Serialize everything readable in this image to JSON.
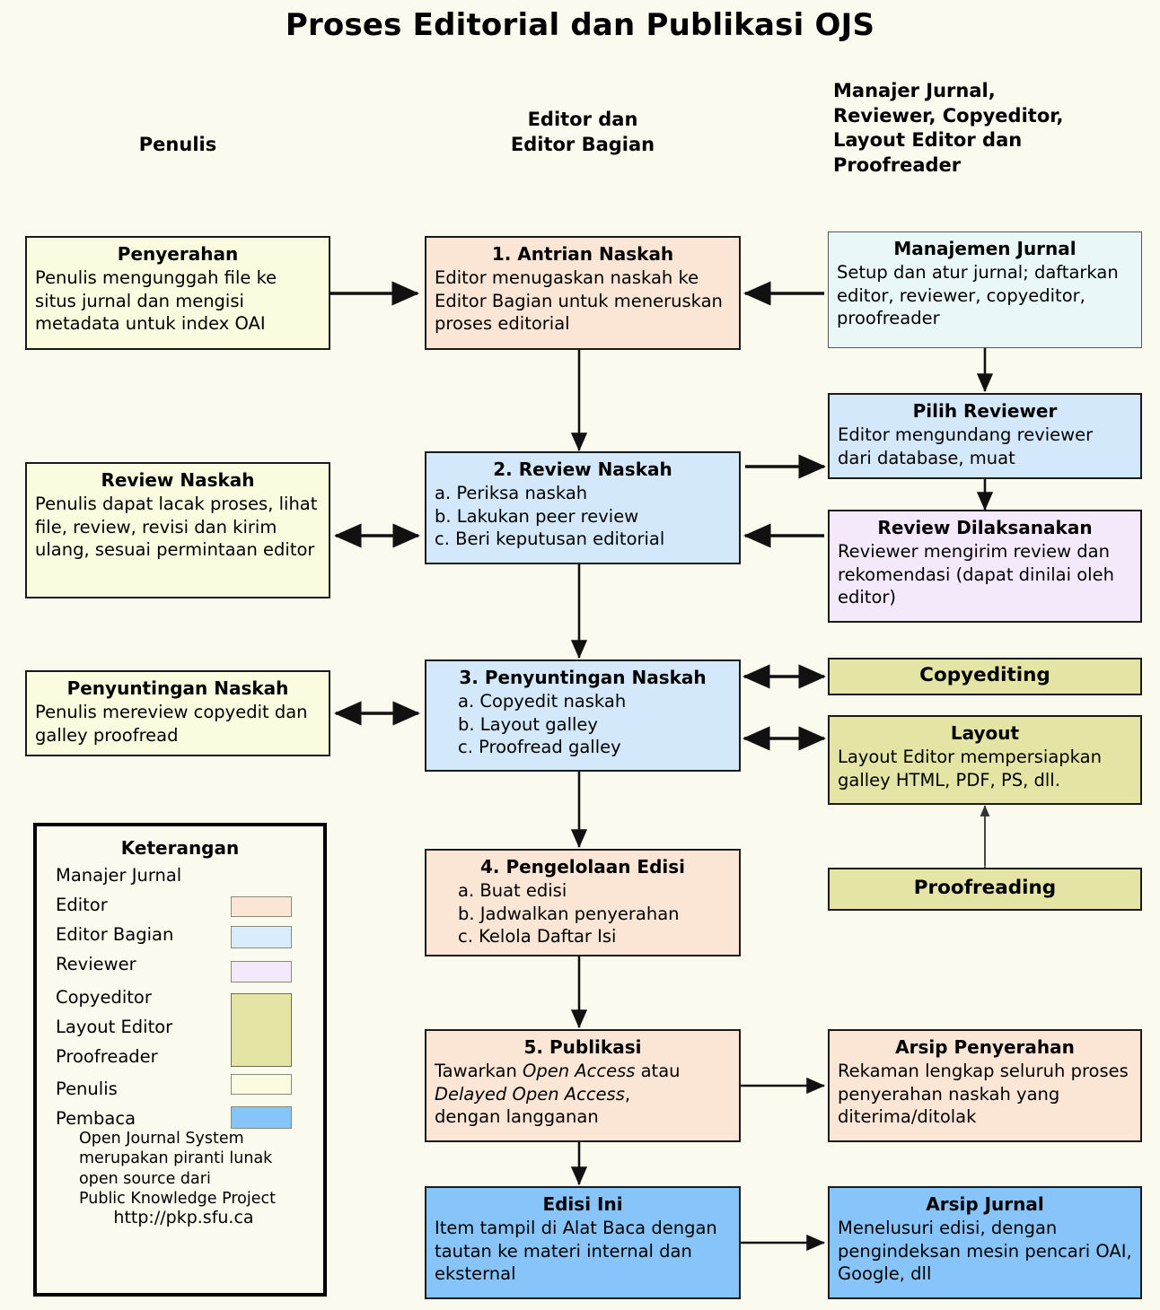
{
  "title": "Proses Editorial dan Publikasi OJS",
  "columns": [
    {
      "name": "penulis",
      "label": "Penulis"
    },
    {
      "name": "editor",
      "label": "Editor dan\nEditor Bagian"
    },
    {
      "name": "lainnya",
      "label": "Manajer Jurnal,\nReviewer, Copyeditor,\nLayout Editor dan\nProofreader"
    }
  ],
  "nodes": {
    "penyerahan": {
      "title": "Penyerahan",
      "body": "Penulis mengunggah file ke situs jurnal dan mengisi metadata untuk index OAI",
      "role": "Penulis"
    },
    "antrian": {
      "title": "1. Antrian Naskah",
      "body": "Editor menugaskan naskah ke Editor Bagian untuk meneruskan proses editorial",
      "role": "Editor"
    },
    "manajemen": {
      "title": "Manajemen Jurnal",
      "body": "Setup dan atur jurnal; daftarkan editor, reviewer, copyeditor, proofreader",
      "role": "Manajer Jurnal"
    },
    "review_naskah_penulis": {
      "title": "Review Naskah",
      "body": "Penulis dapat lacak proses, lihat file, review, revisi dan kirim ulang, sesuai permintaan editor",
      "role": "Penulis"
    },
    "review_naskah": {
      "title": "2. Review Naskah",
      "items": [
        "a. Periksa naskah",
        "b. Lakukan peer review",
        "c. Beri keputusan editorial"
      ],
      "role": "Editor Bagian"
    },
    "pilih_reviewer": {
      "title": "Pilih Reviewer",
      "body": "Editor mengundang reviewer dari database, muat",
      "role": "Editor Bagian"
    },
    "review_dilaksanakan": {
      "title": "Review Dilaksanakan",
      "body": "Reviewer mengirim review dan rekomendasi (dapat dinilai oleh editor)",
      "role": "Reviewer"
    },
    "penyuntingan_penulis": {
      "title": "Penyuntingan Naskah",
      "body": "Penulis mereview copyedit dan galley proofread",
      "role": "Penulis"
    },
    "penyuntingan": {
      "title": "3. Penyuntingan Naskah",
      "items": [
        "a. Copyedit naskah",
        "b. Layout galley",
        "c. Proofread galley"
      ],
      "role": "Editor Bagian"
    },
    "copyediting": {
      "title": "Copyediting",
      "role": "Copyeditor"
    },
    "layout": {
      "title": "Layout",
      "body": "Layout Editor mempersiapkan galley HTML, PDF, PS, dll.",
      "role": "Layout Editor"
    },
    "proofreading": {
      "title": "Proofreading",
      "role": "Proofreader"
    },
    "pengelolaan": {
      "title": "4. Pengelolaan Edisi",
      "items": [
        "a. Buat edisi",
        "b. Jadwalkan penyerahan",
        "c. Kelola Daftar Isi"
      ],
      "role": "Editor"
    },
    "publikasi": {
      "title": "5. Publikasi",
      "line1_pre": "Tawarkan ",
      "line1_em": "Open Access",
      "line1_post": " atau",
      "line2_em": "Delayed Open Access",
      "line2_post": ",",
      "line3": "dengan langganan",
      "role": "Editor"
    },
    "arsip_penyerahan": {
      "title": "Arsip Penyerahan",
      "body": "Rekaman lengkap seluruh proses penyerahan naskah yang diterima/ditolak",
      "role": "Editor"
    },
    "edisi_ini": {
      "title": "Edisi Ini",
      "body": "Item tampil di Alat Baca dengan tautan ke materi internal dan eksternal",
      "role": "Pembaca"
    },
    "arsip_jurnal": {
      "title": "Arsip Jurnal",
      "body": "Menelusuri edisi, dengan pengindeksan mesin pencari OAI, Google, dll",
      "role": "Pembaca"
    }
  },
  "legend": {
    "title": "Keterangan",
    "rows": [
      {
        "label": "Manajer Jurnal",
        "color": ""
      },
      {
        "label": "Editor",
        "color": "#fbe6d5"
      },
      {
        "label": "Editor Bagian",
        "color": "#d9ecfb"
      },
      {
        "label": "Reviewer",
        "color": "#f3e9fb"
      },
      {
        "label": "Copyeditor",
        "color": "#e4e4a5"
      },
      {
        "label": "Layout Editor",
        "color": "#e4e4a5"
      },
      {
        "label": "Proofreader",
        "color": "#e4e4a5"
      },
      {
        "label": "Penulis",
        "color": "#fbfbe0"
      },
      {
        "label": "Pembaca",
        "color": "#87c4fa"
      }
    ],
    "note": "Open Journal System\nmerupakan piranti lunak\nopen source dari\nPublic Knowledge Project",
    "url": "http://pkp.sfu.ca"
  },
  "colors": {
    "background": "#fbfaef",
    "author": "#fbfbe0",
    "editor": "#fbe6d5",
    "section_editor": "#d4e8fb",
    "journal_manager": "#eaf7f9",
    "reviewer": "#f3e9fb",
    "copyeditor_layout_proofreader": "#e4e4a5",
    "reader": "#87c4fa",
    "outline": "#1a1a1a"
  }
}
